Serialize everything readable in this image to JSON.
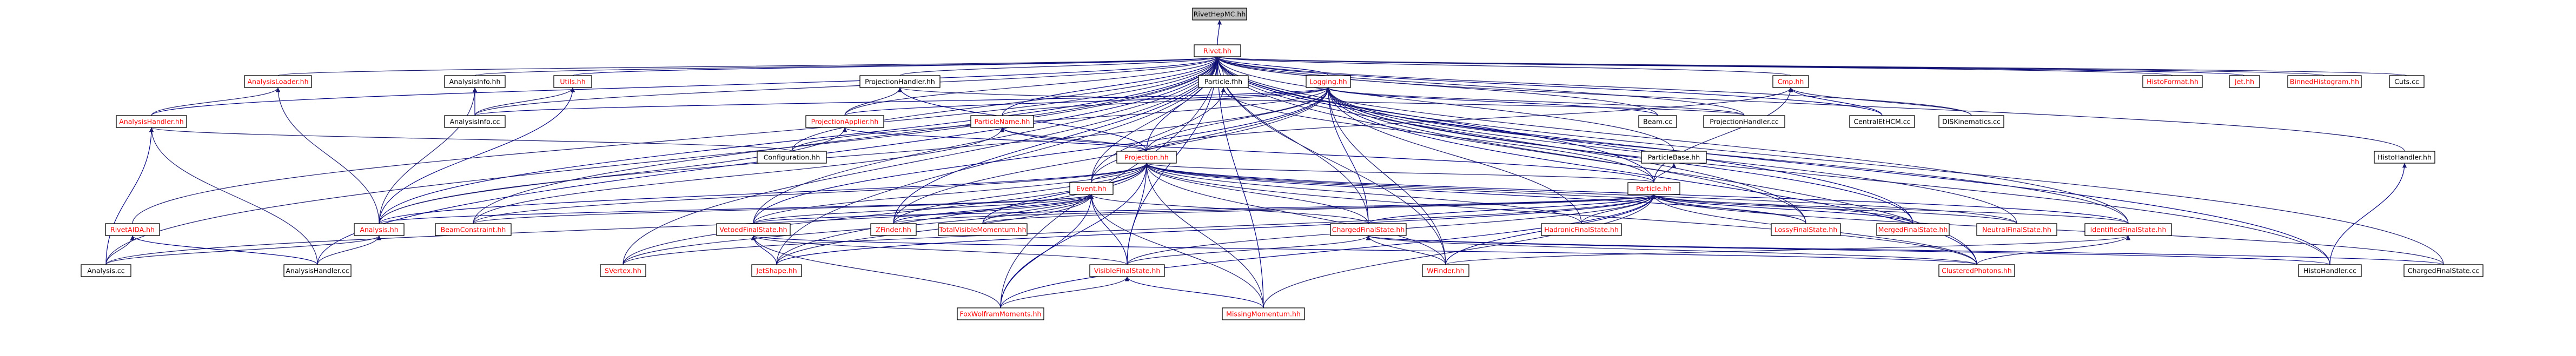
{
  "graph": {
    "title": "RivetHepMC.hh",
    "colors": {
      "background": "#ffffff",
      "node_fill": "#ffffff",
      "root_fill": "#bfbfbf",
      "border": "#000000",
      "text_documented": "#000000",
      "text_undocumented": "#ff0000",
      "edge": "#191970",
      "edge_dark": "#000080"
    },
    "nodes": [
      {
        "id": "hepmc",
        "label": "RivetHepMC.hh",
        "red": false
      },
      {
        "id": "rivet",
        "label": "Rivet.hh",
        "red": true
      },
      {
        "id": "analysisloader",
        "label": "AnalysisLoader.hh",
        "red": true
      },
      {
        "id": "analysisinfo",
        "label": "AnalysisInfo.hh",
        "red": false
      },
      {
        "id": "utils",
        "label": "Utils.hh",
        "red": true
      },
      {
        "id": "projectionhandler",
        "label": "ProjectionHandler.hh",
        "red": false
      },
      {
        "id": "particlefhh",
        "label": "Particle.fhh",
        "red": false
      },
      {
        "id": "logging",
        "label": "Logging.hh",
        "red": true
      },
      {
        "id": "cmp",
        "label": "Cmp.hh",
        "red": true
      },
      {
        "id": "histoformat",
        "label": "HistoFormat.hh",
        "red": true
      },
      {
        "id": "jet",
        "label": "Jet.hh",
        "red": true
      },
      {
        "id": "binnedhisto",
        "label": "BinnedHistogram.hh",
        "red": true
      },
      {
        "id": "cutscc",
        "label": "Cuts.cc",
        "red": false
      },
      {
        "id": "analysishandler",
        "label": "AnalysisHandler.hh",
        "red": true
      },
      {
        "id": "analysisinfocc",
        "label": "AnalysisInfo.cc",
        "red": false
      },
      {
        "id": "projectionapplier",
        "label": "ProjectionApplier.hh",
        "red": true
      },
      {
        "id": "particlename",
        "label": "ParticleName.hh",
        "red": true
      },
      {
        "id": "beamcc",
        "label": "Beam.cc",
        "red": false
      },
      {
        "id": "projhandlercc",
        "label": "ProjectionHandler.cc",
        "red": false
      },
      {
        "id": "centraletcm",
        "label": "CentralEtHCM.cc",
        "red": false
      },
      {
        "id": "diskin",
        "label": "DISKinematics.cc",
        "red": false
      },
      {
        "id": "configuration",
        "label": "Configuration.hh",
        "red": false
      },
      {
        "id": "projection",
        "label": "Projection.hh",
        "red": true
      },
      {
        "id": "particlebase",
        "label": "ParticleBase.hh",
        "red": false
      },
      {
        "id": "histohandler",
        "label": "HistoHandler.hh",
        "red": false
      },
      {
        "id": "particle",
        "label": "Particle.hh",
        "red": true
      },
      {
        "id": "event",
        "label": "Event.hh",
        "red": true
      },
      {
        "id": "rivetaida",
        "label": "RivetAIDA.hh",
        "red": true
      },
      {
        "id": "analysis",
        "label": "Analysis.hh",
        "red": true
      },
      {
        "id": "beamconstraint",
        "label": "BeamConstraint.hh",
        "red": true
      },
      {
        "id": "vetoedfs",
        "label": "VetoedFinalState.hh",
        "red": true
      },
      {
        "id": "zfinder",
        "label": "ZFinder.hh",
        "red": true
      },
      {
        "id": "totalvisible",
        "label": "TotalVisibleMomentum.hh",
        "red": true
      },
      {
        "id": "chargedfs",
        "label": "ChargedFinalState.hh",
        "red": true
      },
      {
        "id": "hadronicfs",
        "label": "HadronicFinalState.hh",
        "red": true
      },
      {
        "id": "lossyfs",
        "label": "LossyFinalState.hh",
        "red": true
      },
      {
        "id": "mergedfs",
        "label": "MergedFinalState.hh",
        "red": true
      },
      {
        "id": "neutralfs",
        "label": "NeutralFinalState.hh",
        "red": true
      },
      {
        "id": "identifiedfs",
        "label": "IdentifiedFinalState.hh",
        "red": true
      },
      {
        "id": "analysiscc",
        "label": "Analysis.cc",
        "red": false
      },
      {
        "id": "analysishandlercc",
        "label": "AnalysisHandler.cc",
        "red": false
      },
      {
        "id": "svertex",
        "label": "SVertex.hh",
        "red": true
      },
      {
        "id": "jetshape",
        "label": "JetShape.hh",
        "red": true
      },
      {
        "id": "visiblefs",
        "label": "VisibleFinalState.hh",
        "red": true
      },
      {
        "id": "wfinder",
        "label": "WFinder.hh",
        "red": true
      },
      {
        "id": "clusteredphotons",
        "label": "ClusteredPhotons.hh",
        "red": true
      },
      {
        "id": "histohandlercc",
        "label": "HistoHandler.cc",
        "red": false
      },
      {
        "id": "chargedfscc",
        "label": "ChargedFinalState.cc",
        "red": false
      },
      {
        "id": "foxwolfram",
        "label": "FoxWolframMoments.hh",
        "red": true
      },
      {
        "id": "missingmomentum",
        "label": "MissingMomentum.hh",
        "red": true
      }
    ],
    "edges": [
      [
        "rivet",
        "hepmc"
      ],
      [
        "analysisloader",
        "rivet"
      ],
      [
        "analysisinfo",
        "rivet"
      ],
      [
        "utils",
        "rivet"
      ],
      [
        "projectionhandler",
        "rivet"
      ],
      [
        "particlefhh",
        "rivet"
      ],
      [
        "logging",
        "rivet"
      ],
      [
        "cmp",
        "rivet"
      ],
      [
        "histoformat",
        "rivet"
      ],
      [
        "jet",
        "rivet"
      ],
      [
        "binnedhisto",
        "rivet"
      ],
      [
        "cutscc",
        "rivet"
      ],
      [
        "analysishandler",
        "rivet"
      ],
      [
        "analysisinfocc",
        "rivet"
      ],
      [
        "projectionapplier",
        "rivet"
      ],
      [
        "particlename",
        "rivet"
      ],
      [
        "beamcc",
        "rivet"
      ],
      [
        "projhandlercc",
        "rivet"
      ],
      [
        "centraletcm",
        "rivet"
      ],
      [
        "diskin",
        "rivet"
      ],
      [
        "configuration",
        "rivet"
      ],
      [
        "projection",
        "rivet"
      ],
      [
        "particlebase",
        "rivet"
      ],
      [
        "histohandler",
        "rivet"
      ],
      [
        "particle",
        "rivet"
      ],
      [
        "event",
        "rivet"
      ],
      [
        "rivetaida",
        "rivet"
      ],
      [
        "analysis",
        "rivet"
      ],
      [
        "beamconstraint",
        "rivet"
      ],
      [
        "vetoedfs",
        "rivet"
      ],
      [
        "zfinder",
        "rivet"
      ],
      [
        "chargedfs",
        "rivet"
      ],
      [
        "lossyfs",
        "rivet"
      ],
      [
        "mergedfs",
        "rivet"
      ],
      [
        "identifiedfs",
        "rivet"
      ],
      [
        "analysiscc",
        "rivet"
      ],
      [
        "analysishandlercc",
        "rivet"
      ],
      [
        "svertex",
        "rivet"
      ],
      [
        "jetshape",
        "rivet"
      ],
      [
        "visiblefs",
        "rivet"
      ],
      [
        "wfinder",
        "rivet"
      ],
      [
        "clusteredphotons",
        "rivet"
      ],
      [
        "histohandlercc",
        "rivet"
      ],
      [
        "chargedfscc",
        "rivet"
      ],
      [
        "foxwolfram",
        "rivet"
      ],
      [
        "missingmomentum",
        "rivet"
      ],
      [
        "analysishandler",
        "analysisloader"
      ],
      [
        "analysis",
        "analysisloader"
      ],
      [
        "analysisinfocc",
        "analysisinfo"
      ],
      [
        "analysis",
        "analysisinfo"
      ],
      [
        "analysisinfocc",
        "utils"
      ],
      [
        "analysis",
        "utils"
      ],
      [
        "projectionapplier",
        "projectionhandler"
      ],
      [
        "projhandlercc",
        "projectionhandler"
      ],
      [
        "projection",
        "projectionhandler"
      ],
      [
        "particle",
        "particlefhh"
      ],
      [
        "event",
        "particlefhh"
      ],
      [
        "projectionapplier",
        "logging"
      ],
      [
        "particlename",
        "logging"
      ],
      [
        "configuration",
        "logging"
      ],
      [
        "beamcc",
        "logging"
      ],
      [
        "projhandlercc",
        "logging"
      ],
      [
        "projection",
        "logging"
      ],
      [
        "analysisinfocc",
        "logging"
      ],
      [
        "event",
        "logging"
      ],
      [
        "analysis",
        "logging"
      ],
      [
        "chargedfs",
        "logging"
      ],
      [
        "hadronicfs",
        "logging"
      ],
      [
        "lossyfs",
        "logging"
      ],
      [
        "mergedfs",
        "logging"
      ],
      [
        "neutralfs",
        "logging"
      ],
      [
        "identifiedfs",
        "logging"
      ],
      [
        "vetoedfs",
        "logging"
      ],
      [
        "zfinder",
        "logging"
      ],
      [
        "wfinder",
        "logging"
      ],
      [
        "clusteredphotons",
        "logging"
      ],
      [
        "histohandlercc",
        "logging"
      ],
      [
        "projection",
        "cmp"
      ],
      [
        "centraletcm",
        "cmp"
      ],
      [
        "diskin",
        "cmp"
      ],
      [
        "particle",
        "cmp"
      ],
      [
        "analysiscc",
        "analysishandler"
      ],
      [
        "analysishandlercc",
        "analysishandler"
      ],
      [
        "configuration",
        "analysishandler"
      ],
      [
        "projection",
        "projectionapplier"
      ],
      [
        "analysis",
        "projectionapplier"
      ],
      [
        "projection",
        "particlename"
      ],
      [
        "particle",
        "particlename"
      ],
      [
        "beamconstraint",
        "particlename"
      ],
      [
        "particle",
        "particlebase"
      ],
      [
        "histohandlercc",
        "histohandler"
      ],
      [
        "event",
        "projection"
      ],
      [
        "particle",
        "projection"
      ],
      [
        "analysis",
        "projection"
      ],
      [
        "vetoedfs",
        "projection"
      ],
      [
        "zfinder",
        "projection"
      ],
      [
        "totalvisible",
        "projection"
      ],
      [
        "chargedfs",
        "projection"
      ],
      [
        "hadronicfs",
        "projection"
      ],
      [
        "lossyfs",
        "projection"
      ],
      [
        "mergedfs",
        "projection"
      ],
      [
        "neutralfs",
        "projection"
      ],
      [
        "identifiedfs",
        "projection"
      ],
      [
        "svertex",
        "projection"
      ],
      [
        "jetshape",
        "projection"
      ],
      [
        "visiblefs",
        "projection"
      ],
      [
        "wfinder",
        "projection"
      ],
      [
        "clusteredphotons",
        "projection"
      ],
      [
        "foxwolfram",
        "projection"
      ],
      [
        "missingmomentum",
        "projection"
      ],
      [
        "beamconstraint",
        "projection"
      ],
      [
        "analysis",
        "event"
      ],
      [
        "beamconstraint",
        "event"
      ],
      [
        "vetoedfs",
        "event"
      ],
      [
        "zfinder",
        "event"
      ],
      [
        "totalvisible",
        "event"
      ],
      [
        "chargedfs",
        "event"
      ],
      [
        "visiblefs",
        "event"
      ],
      [
        "svertex",
        "event"
      ],
      [
        "jetshape",
        "event"
      ],
      [
        "foxwolfram",
        "event"
      ],
      [
        "missingmomentum",
        "event"
      ],
      [
        "analysiscc",
        "event"
      ],
      [
        "chargedfs",
        "particle"
      ],
      [
        "hadronicfs",
        "particle"
      ],
      [
        "lossyfs",
        "particle"
      ],
      [
        "mergedfs",
        "particle"
      ],
      [
        "neutralfs",
        "particle"
      ],
      [
        "identifiedfs",
        "particle"
      ],
      [
        "vetoedfs",
        "particle"
      ],
      [
        "zfinder",
        "particle"
      ],
      [
        "totalvisible",
        "particle"
      ],
      [
        "wfinder",
        "particle"
      ],
      [
        "clusteredphotons",
        "particle"
      ],
      [
        "visiblefs",
        "particle"
      ],
      [
        "jetshape",
        "particle"
      ],
      [
        "svertex",
        "particle"
      ],
      [
        "chargedfscc",
        "particle"
      ],
      [
        "foxwolfram",
        "particle"
      ],
      [
        "missingmomentum",
        "particle"
      ],
      [
        "analysiscc",
        "rivetaida"
      ],
      [
        "analysishandlercc",
        "rivetaida"
      ],
      [
        "analysiscc",
        "analysis"
      ],
      [
        "analysishandlercc",
        "analysis"
      ],
      [
        "jetshape",
        "vetoedfs"
      ],
      [
        "visiblefs",
        "vetoedfs"
      ],
      [
        "foxwolfram",
        "vetoedfs"
      ],
      [
        "clusteredphotons",
        "vetoedfs"
      ],
      [
        "wfinder",
        "chargedfs"
      ],
      [
        "visiblefs",
        "chargedfs"
      ],
      [
        "histohandlercc",
        "chargedfs"
      ],
      [
        "clusteredphotons",
        "chargedfs"
      ],
      [
        "foxwolfram",
        "visiblefs"
      ],
      [
        "missingmomentum",
        "visiblefs"
      ],
      [
        "clusteredphotons",
        "identifiedfs"
      ],
      [
        "wfinder",
        "identifiedfs"
      ],
      [
        "chargedfscc",
        "chargedfs"
      ]
    ]
  }
}
